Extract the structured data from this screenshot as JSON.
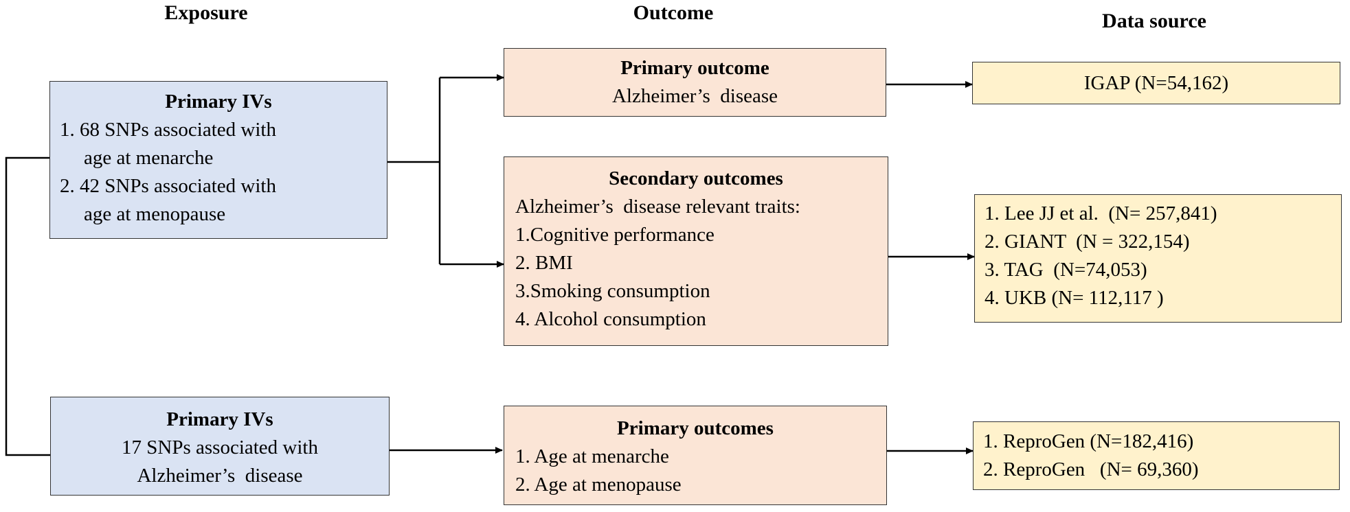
{
  "headers": {
    "exposure": "Exposure",
    "outcome": "Outcome",
    "data_source": "Data source"
  },
  "exposure_box_1": {
    "title": "Primary IVs",
    "lines": [
      "1. 68 SNPs associated with",
      "age at menarche",
      "2. 42 SNPs associated with",
      "age at menopause"
    ]
  },
  "exposure_box_2": {
    "title": "Primary IVs",
    "lines": [
      "17 SNPs associated with",
      "Alzheimer’s  disease"
    ]
  },
  "outcome_box_1": {
    "title": "Primary outcome",
    "lines": [
      "Alzheimer’s  disease"
    ]
  },
  "outcome_box_2": {
    "title": "Secondary outcomes",
    "lines": [
      "Alzheimer’s  disease relevant traits:",
      "1.Cognitive performance",
      "2. BMI",
      "3.Smoking consumption",
      "4. Alcohol consumption"
    ]
  },
  "outcome_box_3": {
    "title": "Primary outcomes",
    "lines": [
      "1. Age at menarche",
      "2. Age at menopause"
    ]
  },
  "source_box_1": {
    "lines": [
      "IGAP (N=54,162)"
    ]
  },
  "source_box_2": {
    "lines": [
      "1. Lee JJ et al.  (N= 257,841)",
      "2. GIANT  (N = 322,154)",
      "3. TAG  (N=74,053)",
      "4. UKB (N= 112,117 )"
    ]
  },
  "source_box_3": {
    "lines": [
      "1. ReproGen (N=182,416)",
      "2. ReproGen   (N= 69,360)"
    ]
  },
  "colors": {
    "exposure_fill": "#dae3f3",
    "outcome_fill": "#fbe5d6",
    "source_fill": "#fff2cc"
  }
}
